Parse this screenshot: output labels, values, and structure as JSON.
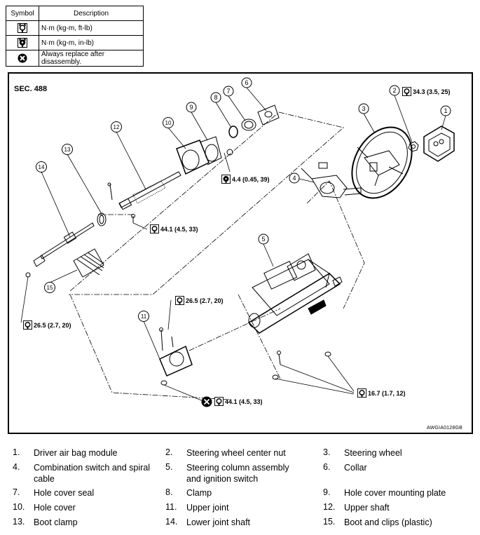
{
  "symbol_table": {
    "header_symbol": "Symbol",
    "header_description": "Description",
    "rows": [
      {
        "icon": "torque-wrench-ftlb-icon",
        "description": "N·m (kg-m, ft-lb)"
      },
      {
        "icon": "torque-wrench-inlb-icon",
        "description": "N·m (kg-m, in-lb)"
      },
      {
        "icon": "replace-x-icon",
        "description": "Always replace after disassembly."
      }
    ]
  },
  "diagram": {
    "section_label": "SEC. 488",
    "figure_code": "AWGIA0128GB",
    "callouts": [
      "1",
      "2",
      "3",
      "4",
      "5",
      "6",
      "7",
      "8",
      "9",
      "10",
      "11",
      "12",
      "13",
      "14",
      "15"
    ],
    "torque_specs": [
      {
        "id": "t1",
        "value": "34.3 (3.5, 25)",
        "icon": "torque-wrench-ftlb-icon"
      },
      {
        "id": "t2",
        "value": "4.4 (0.45, 39)",
        "icon": "torque-wrench-inlb-icon"
      },
      {
        "id": "t3",
        "value": "44.1 (4.5, 33)",
        "icon": "torque-wrench-ftlb-icon"
      },
      {
        "id": "t4",
        "value": "26.5 (2.7, 20)",
        "icon": "torque-wrench-ftlb-icon"
      },
      {
        "id": "t5",
        "value": "26.5 (2.7, 20)",
        "icon": "torque-wrench-ftlb-icon"
      },
      {
        "id": "t6",
        "value": "44.1 (4.5, 33)",
        "icon": "torque-wrench-ftlb-icon"
      },
      {
        "id": "t7",
        "value": "16.7 (1.7, 12)",
        "icon": "torque-wrench-ftlb-icon"
      }
    ]
  },
  "legend": [
    {
      "num": "1.",
      "text": "Driver air bag module"
    },
    {
      "num": "2.",
      "text": "Steering wheel center nut"
    },
    {
      "num": "3.",
      "text": "Steering wheel"
    },
    {
      "num": "4.",
      "text": "Combination switch and spiral cable"
    },
    {
      "num": "5.",
      "text": "Steering column assembly and ignition switch"
    },
    {
      "num": "6.",
      "text": "Collar"
    },
    {
      "num": "7.",
      "text": "Hole cover seal"
    },
    {
      "num": "8.",
      "text": "Clamp"
    },
    {
      "num": "9.",
      "text": "Hole cover mounting plate"
    },
    {
      "num": "10.",
      "text": "Hole cover"
    },
    {
      "num": "11.",
      "text": "Upper joint"
    },
    {
      "num": "12.",
      "text": "Upper shaft"
    },
    {
      "num": "13.",
      "text": "Boot clamp"
    },
    {
      "num": "14.",
      "text": "Lower joint shaft"
    },
    {
      "num": "15.",
      "text": "Boot and clips (plastic)"
    }
  ]
}
